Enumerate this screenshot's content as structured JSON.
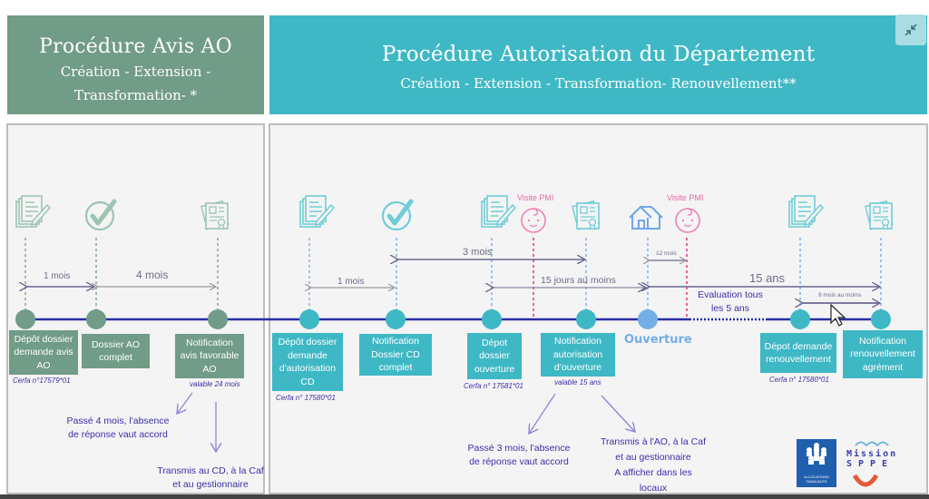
{
  "header_left": {
    "title": "Procédure Avis AO",
    "subtitle_line1": "Création - Extension -",
    "subtitle_line2": "Transformation- *"
  },
  "header_right": {
    "title": "Procédure Autorisation du Département",
    "subtitle": "Création - Extension - Transformation- Renouvellement**"
  },
  "controls": {
    "collapse_icon": "collapse-arrows-icon"
  },
  "colors": {
    "ao_green": "#719c87",
    "cd_teal": "#3fb8c5",
    "timeline_blue": "#2a2fa0",
    "pmi_pink": "#e46aa8",
    "ouverture_blue": "#73aee8",
    "note_text": "#3a2fa8"
  },
  "left_steps": [
    {
      "icon": "document-pen-icon",
      "label": "Dépôt dossier demande avis AO",
      "cerfa": "Cerfa n°17579*01"
    },
    {
      "icon": "checkmark-circle-icon",
      "label": "Dossier AO complet",
      "cerfa": ""
    },
    {
      "icon": "certificate-icon",
      "label": "Notification avis favorable AO",
      "cerfa": "valable 24 mois"
    }
  ],
  "left_durations": [
    {
      "label": "1 mois"
    },
    {
      "label": "4 mois"
    }
  ],
  "left_notes": [
    {
      "text_line1": "Passé 4 mois, l'absence",
      "text_line2": "de réponse vaut accord"
    },
    {
      "text_line1": "Transmis au CD, à la Caf",
      "text_line2": "et au gestionnaire"
    }
  ],
  "right_steps": [
    {
      "icon": "document-pen-icon",
      "label": "Dépôt dossier demande d'autorisation CD",
      "cerfa": "Cerfa n° 17580*01"
    },
    {
      "icon": "checkmark-circle-icon",
      "label": "Notification Dossier CD complet",
      "cerfa": ""
    },
    {
      "icon": "document-pen-icon",
      "label": "Dépot dossier ouverture",
      "cerfa": "Cerfa n° 17581*01"
    },
    {
      "icon": "certificate-icon",
      "label": "Notification autorisation d'ouverture",
      "cerfa": "valable 15 ans"
    },
    {
      "icon": "house-icon",
      "label": "Ouverture",
      "cerfa": ""
    },
    {
      "icon": "document-pen-icon",
      "label": "Dépot demande renouvellement",
      "cerfa": "Cerfa n° 17580*01"
    },
    {
      "icon": "certificate-icon",
      "label": "Notification renouvellement agrément",
      "cerfa": ""
    }
  ],
  "pmi_visits": [
    {
      "icon": "baby-face-icon",
      "label": "Visite PMI"
    },
    {
      "icon": "baby-face-icon",
      "label": "Visite PMI"
    }
  ],
  "right_durations": [
    {
      "label": "1 mois"
    },
    {
      "label": "3 mois"
    },
    {
      "label": "15 jours au moins"
    },
    {
      "label": "12 mois"
    },
    {
      "label": "15 ans"
    },
    {
      "label": "9 mois au moins"
    }
  ],
  "evaluation": {
    "line1": "Evaluation tous",
    "line2": "les 5 ans"
  },
  "right_notes": [
    {
      "text_line1": "Passé 3 mois, l'absence",
      "text_line2": "de réponse vaut accord"
    },
    {
      "text_line1": "Transmis à l'AO, à la Caf",
      "text_line2": "et au gestionnaire",
      "text_line3": "A afficher dans les",
      "text_line4": "locaux"
    }
  ],
  "logos": {
    "caf_caption_line1": "ALLOCATIONS",
    "caf_caption_line2": "FAMILIALES",
    "mission_line1": "Mission",
    "mission_line2": "SPPE"
  }
}
